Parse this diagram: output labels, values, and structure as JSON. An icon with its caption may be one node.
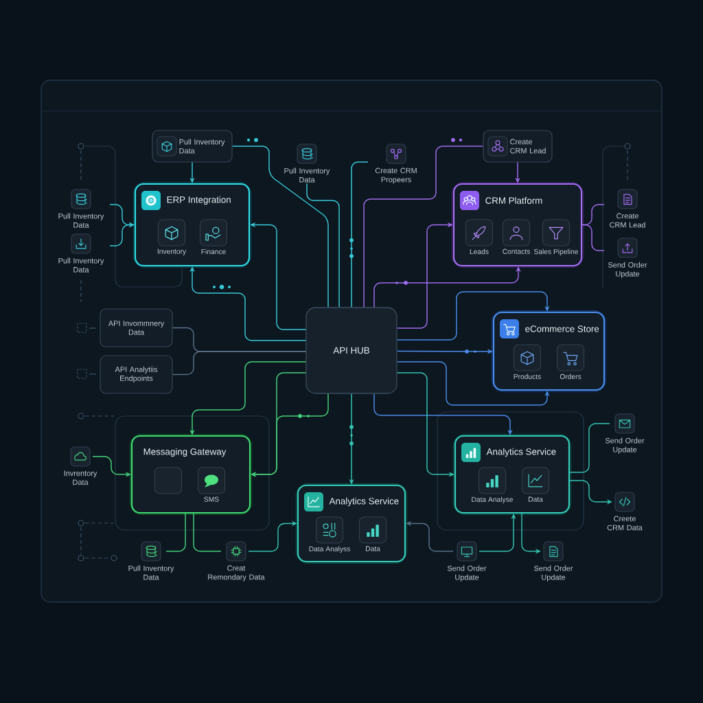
{
  "diagram": {
    "nodes": [
      {
        "text": [
          "Pull Inventory Data"
        ]
      },
      {
        "text": [
          "Pull Inventory Data"
        ]
      },
      {
        "text": [
          "Create CRM Propeers"
        ]
      },
      {
        "text": [
          "Create CRM Lead"
        ]
      },
      {
        "text": [
          "Pull Inventory Data"
        ]
      },
      {
        "text": [
          "ERP Integration"
        ]
      },
      {
        "text": [
          "Inventory"
        ],
        "in": 5
      },
      {
        "text": [
          "Finance"
        ],
        "in": 5
      },
      {
        "text": [
          "CRM Platform"
        ]
      },
      {
        "text": [
          "Leads"
        ],
        "in": 8
      },
      {
        "text": [
          "Contacts"
        ],
        "in": 8
      },
      {
        "text": [
          "Sales Pipeline"
        ],
        "in": 8
      },
      {
        "text": [
          "Create CRM Lead"
        ]
      },
      {
        "text": [
          "Pull Inventory Data"
        ]
      },
      {
        "text": [
          "Send Order Update"
        ]
      },
      {
        "text": [
          "API Invommnery Data"
        ]
      },
      {
        "text": [
          "API HUB"
        ]
      },
      {
        "text": [
          "eCommerce Store"
        ]
      },
      {
        "text": [
          "Products"
        ],
        "in": 17
      },
      {
        "text": [
          "Orders"
        ],
        "in": 17
      },
      {
        "text": [
          "API Analytiis Endpoints"
        ]
      },
      {
        "text": [
          "Invrentory Data"
        ]
      },
      {
        "text": [
          "Messaging Gateway"
        ]
      },
      {
        "text": [],
        "shape": "box",
        "in": 22
      },
      {
        "text": [
          "SMS"
        ],
        "in": 22
      },
      {
        "text": [
          "Send Order Update"
        ]
      },
      {
        "text": [
          "Analytics Service"
        ]
      },
      {
        "text": [
          "Data Analyse"
        ],
        "in": 26
      },
      {
        "text": [
          "Data"
        ],
        "in": 26
      },
      {
        "text": [
          "Analytics Service"
        ]
      },
      {
        "text": [
          "Data Analyss"
        ],
        "in": 29
      },
      {
        "text": [
          "Data"
        ],
        "in": 29
      },
      {
        "text": [
          "Creete CRM Data"
        ]
      },
      {
        "text": [
          "Pull Inventory Data"
        ]
      },
      {
        "text": [
          "Creat Remondary Data"
        ]
      },
      {
        "text": [
          "Send Order Update"
        ]
      },
      {
        "text": [
          "Send Order Update"
        ]
      }
    ],
    "edges": [
      {
        "from": 0,
        "to": 5,
        "arrow": "to"
      },
      {
        "from": 4,
        "to": 5,
        "arrow": "to"
      },
      {
        "from": 13,
        "to": 5,
        "arrow": "to"
      },
      {
        "from": 0,
        "to": 16,
        "arrow": "none"
      },
      {
        "from": 1,
        "to": 16,
        "arrow": "none"
      },
      {
        "from": 2,
        "to": 16,
        "arrow": "none"
      },
      {
        "from": 3,
        "to": 8,
        "arrow": "to",
        "color": "#a06bee"
      },
      {
        "from": 3,
        "to": 16,
        "arrow": "none",
        "color": "#a06bee"
      },
      {
        "from": 16,
        "to": 8,
        "arrow": "to",
        "color": "#a06bee"
      },
      {
        "from": 16,
        "to": 8,
        "arrow": "to",
        "color": "#a06bee"
      },
      {
        "from": 8,
        "to": 12,
        "arrow": "none",
        "color": "#a06bee"
      },
      {
        "from": 8,
        "to": 14,
        "arrow": "none",
        "color": "#a06bee"
      },
      {
        "from": 16,
        "to": 5,
        "arrow": "to"
      },
      {
        "from": 16,
        "to": 5,
        "arrow": "to"
      },
      {
        "from": 15,
        "to": 16,
        "arrow": "none",
        "color": "#5a7186"
      },
      {
        "from": 20,
        "to": 16,
        "arrow": "none",
        "color": "#5a7186"
      },
      {
        "from": 16,
        "to": 22,
        "arrow": "to",
        "color": "#45d17a"
      },
      {
        "from": 16,
        "to": 22,
        "arrow": "to",
        "color": "#45d17a"
      },
      {
        "from": 16,
        "to": 17,
        "arrow": "to",
        "color": "#4b8ce8"
      },
      {
        "from": 16,
        "to": 17,
        "arrow": "to",
        "color": "#4b8ce8"
      },
      {
        "from": 16,
        "to": 17,
        "arrow": "to",
        "color": "#4b8ce8"
      },
      {
        "from": 16,
        "to": 26,
        "arrow": "to",
        "color": "#4b8ce8"
      },
      {
        "from": 16,
        "to": 26,
        "arrow": "to",
        "color": "#34c3b0"
      },
      {
        "from": 16,
        "to": 22,
        "arrow": "to",
        "color": "#45d17a"
      },
      {
        "from": 16,
        "to": 29,
        "arrow": "to",
        "color": "#34c3b0"
      },
      {
        "from": 26,
        "to": 25,
        "arrow": "none",
        "color": "#34c3b0"
      },
      {
        "from": 26,
        "to": 32,
        "arrow": "to",
        "color": "#34c3b0"
      },
      {
        "from": 22,
        "to": 33,
        "arrow": "none",
        "color": "#45d17a"
      },
      {
        "from": 34,
        "to": 22,
        "arrow": "none",
        "color": "#45d17a"
      },
      {
        "from": 34,
        "to": 29,
        "arrow": "to",
        "color": "#34c3b0"
      },
      {
        "from": 35,
        "to": 29,
        "arrow": "to",
        "color": "#5a7186"
      },
      {
        "from": 35,
        "to": 26,
        "arrow": "to",
        "color": "#34c3b0"
      },
      {
        "from": 26,
        "to": 36,
        "arrow": "to",
        "color": "#34c3b0"
      },
      {
        "from": 21,
        "to": 22,
        "arrow": "to",
        "color": "#45d17a"
      }
    ]
  }
}
